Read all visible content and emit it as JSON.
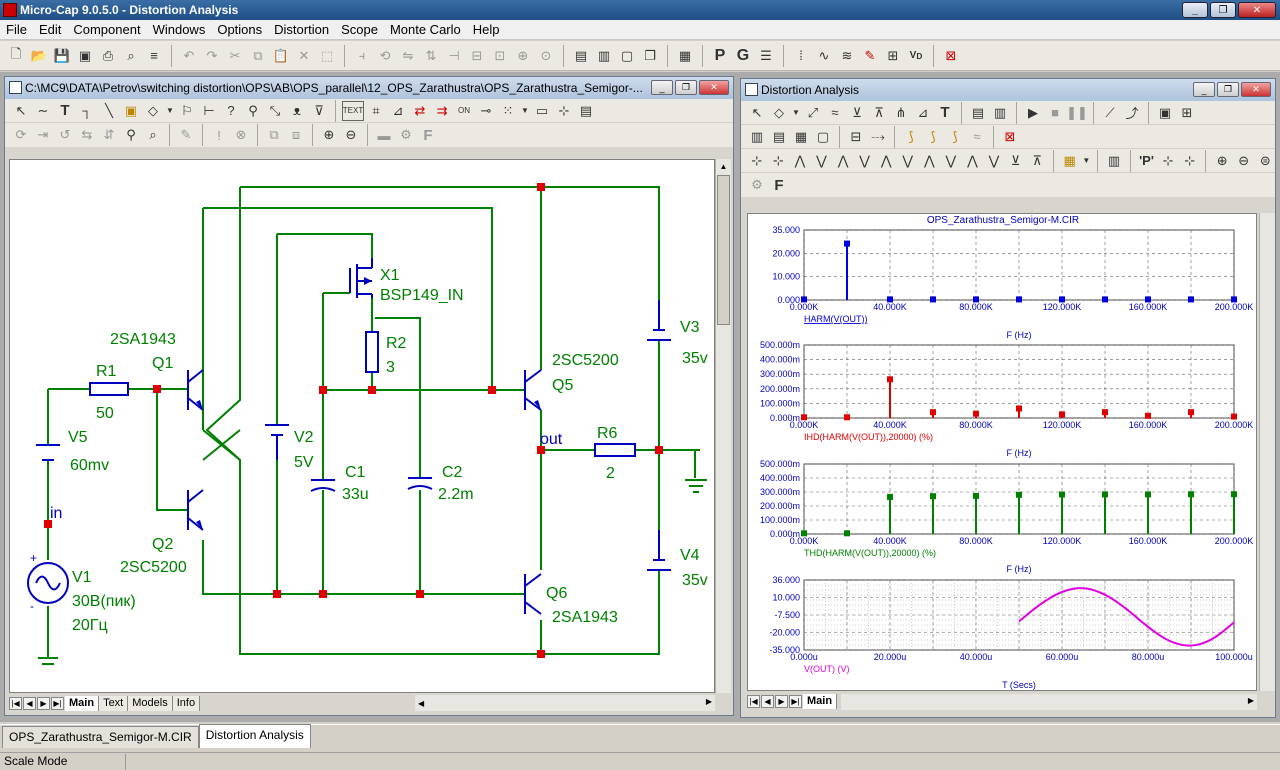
{
  "app": {
    "title": "Micro-Cap 9.0.5.0 - Distortion Analysis",
    "window_buttons": [
      "_",
      "❐",
      "✕"
    ]
  },
  "menu": [
    "File",
    "Edit",
    "Component",
    "Windows",
    "Options",
    "Distortion",
    "Scope",
    "Monte Carlo",
    "Help"
  ],
  "schematic": {
    "title": "C:\\MC9\\DATA\\Petrov\\switching distortion\\OPS\\AB\\OPS_parallel\\12_OPS_Zarathustra\\OPS_Zarathustra_Semigor-...",
    "tabs": [
      "Main",
      "Text",
      "Models",
      "Info"
    ],
    "active_tab": "Main",
    "wire_color": "#008000",
    "label_color": "#008000",
    "node_color": "#e00000",
    "parts": {
      "x1_name": "X1",
      "x1_model": "BSP149_IN",
      "r2_name": "R2",
      "r2_value": "3",
      "r1_name": "R1",
      "r1_value": "50",
      "q1_name": "Q1",
      "q1_model": "2SA1943",
      "q2_name": "Q2",
      "q2_model": "2SC5200",
      "v2_name": "V2",
      "v2_value": "5V",
      "c1_name": "C1",
      "c1_value": "33u",
      "c2_name": "C2",
      "c2_value": "2.2m",
      "q5_name": "Q5",
      "q5_model": "2SC5200",
      "r6_name": "R6",
      "r6_value": "2",
      "v3_name": "V3",
      "v3_value": "35v",
      "v4_name": "V4",
      "v4_value": "35v",
      "q6_name": "Q6",
      "q6_model": "2SA1943",
      "v5_name": "V5",
      "v5_value": "60mv",
      "v1_name": "V1",
      "v1_amp": "30В(пик)",
      "v1_freq": "20Гц",
      "node_in": "in",
      "node_out": "out"
    }
  },
  "analysis": {
    "title": "Distortion Analysis",
    "tabs": [
      "Main"
    ],
    "active_tab": "Main",
    "plot_title": "OPS_Zarathustra_Semigor-M.CIR"
  },
  "chart_data": [
    {
      "type": "bar",
      "ylabel": "HARM(V(OUT))",
      "xlabel": "F (Hz)",
      "color": "#0000e0",
      "x": [
        0,
        20000,
        40000,
        60000,
        80000,
        100000,
        120000,
        140000,
        160000,
        180000,
        200000
      ],
      "values": [
        0.3,
        28.2,
        0.3,
        0.3,
        0.3,
        0.3,
        0.3,
        0.3,
        0.3,
        0.3,
        0.3
      ],
      "xlim": [
        0,
        200000
      ],
      "ylim": [
        0,
        35
      ],
      "x_ticks": [
        "0.000K",
        "40.000K",
        "80.000K",
        "120.000K",
        "160.000K",
        "200.000K"
      ],
      "y_ticks": [
        "35.000",
        "20.000",
        "10.000",
        "0.000"
      ]
    },
    {
      "type": "bar",
      "ylabel": "IHD(HARM(V(OUT)),20000) (%)",
      "xlabel": "F (Hz)",
      "color": "#e00000",
      "x": [
        0,
        20000,
        40000,
        60000,
        80000,
        100000,
        120000,
        140000,
        160000,
        180000,
        200000
      ],
      "values": [
        5,
        5,
        265,
        40,
        30,
        65,
        25,
        40,
        15,
        40,
        10
      ],
      "xlim": [
        0,
        200000
      ],
      "ylim": [
        0,
        500
      ],
      "x_ticks": [
        "0.000K",
        "40.000K",
        "80.000K",
        "120.000K",
        "160.000K",
        "200.000K"
      ],
      "y_ticks": [
        "500.000m",
        "400.000m",
        "300.000m",
        "200.000m",
        "100.000m",
        "0.000m"
      ]
    },
    {
      "type": "bar",
      "ylabel": "THD(HARM(V(OUT)),20000) (%)",
      "xlabel": "F (Hz)",
      "color": "#008000",
      "x": [
        0,
        20000,
        40000,
        60000,
        80000,
        100000,
        120000,
        140000,
        160000,
        180000,
        200000
      ],
      "values": [
        5,
        5,
        265,
        270,
        272,
        280,
        282,
        283,
        283,
        284,
        284
      ],
      "xlim": [
        0,
        200000
      ],
      "ylim": [
        0,
        500
      ],
      "x_ticks": [
        "0.000K",
        "40.000K",
        "80.000K",
        "120.000K",
        "160.000K",
        "200.000K"
      ],
      "y_ticks": [
        "500.000m",
        "400.000m",
        "300.000m",
        "200.000m",
        "100.000m",
        "0.000m"
      ]
    },
    {
      "type": "line",
      "ylabel": "V(OUT) (V)",
      "xlabel": "T (Secs)",
      "color": "#e000e0",
      "x": [
        50,
        55,
        60,
        65,
        70,
        75,
        80,
        85,
        90,
        95,
        100
      ],
      "y": [
        -6,
        12,
        25,
        29,
        22,
        7,
        -12,
        -27,
        -32,
        -25,
        -7
      ],
      "xlim": [
        0,
        100
      ],
      "ylim": [
        -35,
        36
      ],
      "x_ticks": [
        "0.000u",
        "20.000u",
        "40.000u",
        "60.000u",
        "80.000u",
        "100.000u"
      ],
      "y_ticks": [
        "36.000",
        "10.000",
        "-7.500",
        "-20.000",
        "-35.000"
      ]
    }
  ],
  "doc_tabs": [
    "OPS_Zarathustra_Semigor-M.CIR",
    "Distortion Analysis"
  ],
  "active_doc_tab": "Distortion Analysis",
  "status": "Scale Mode"
}
